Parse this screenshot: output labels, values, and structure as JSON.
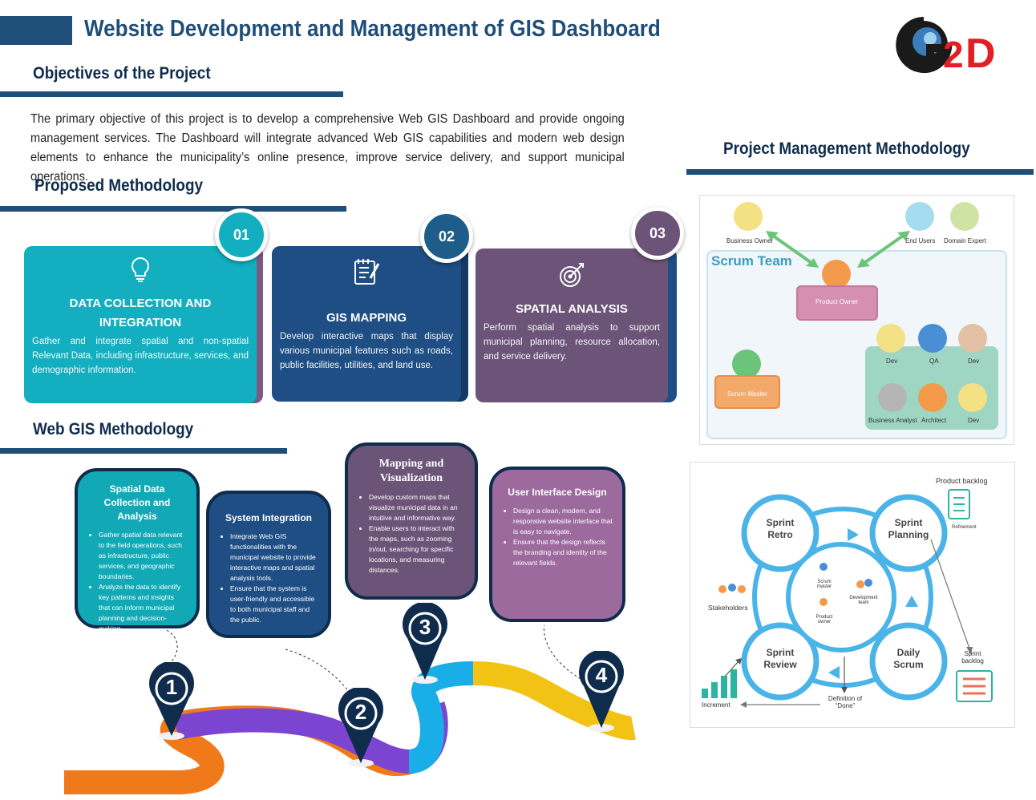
{
  "header": {
    "title": "Website Development and Management of GIS Dashboard",
    "logo_text": "G2D"
  },
  "objectives": {
    "heading": "Objectives of the Project",
    "paragraph": "The primary objective of this project is to develop a comprehensive Web GIS Dashboard and provide ongoing management services. The Dashboard will integrate advanced Web GIS capabilities and modern web design elements to enhance the municipality’s online presence, improve service delivery, and support municipal operations."
  },
  "proposed": {
    "heading": "Proposed Methodology",
    "cards": [
      {
        "num": "01",
        "icon": "lightbulb-icon",
        "title": "DATA COLLECTION AND INTEGRATION",
        "body": "Gather and integrate spatial and non-spatial Relevant Data, including infrastructure, services, and demographic information.",
        "color": "#13aebf"
      },
      {
        "num": "02",
        "icon": "checklist-icon",
        "title": "GIS MAPPING",
        "body": "Develop interactive maps that display various municipal features such as roads, public facilities, utilities, and land use.",
        "color": "#1f4e84"
      },
      {
        "num": "03",
        "icon": "target-icon",
        "title": "SPATIAL ANALYSIS",
        "body": "Perform spatial analysis to support municipal planning, resource allocation, and service delivery.",
        "color": "#6b5478"
      }
    ]
  },
  "webgis": {
    "heading": "Web GIS Methodology",
    "steps": [
      {
        "num": "1",
        "title": "Spatial Data Collection and Analysis",
        "bullets": [
          "Gather spatial data relevant to the field operations, such as infrastructure, public services, and geographic boundaries.",
          "Analyze the data to identify key patterns and insights that can inform municipal planning and decision-making."
        ],
        "color": "#12a9b6"
      },
      {
        "num": "2",
        "title": "System Integration",
        "bullets": [
          "Integrate Web GIS functionalities with the municipal website to provide interactive maps and spatial analysis tools.",
          "Ensure that the system is user-friendly and accessible to both municipal staff and the public."
        ],
        "color": "#1f4e84"
      },
      {
        "num": "3",
        "title": "Mapping and Visualization",
        "bullets": [
          "Develop custom maps that visualize municipal data in an intuitive and informative way.",
          "Enable users to interact with the maps, such as zooming in/out, searching for specific locations, and measuring distances."
        ],
        "color": "#6b5478"
      },
      {
        "num": "4",
        "title": "User Interface Design",
        "bullets": [
          "Design a clean, modern, and responsive website interface that is easy to navigate.",
          "Ensure that the design reflects the branding and identity of the relevant fields."
        ],
        "color": "#9d6a9e"
      }
    ]
  },
  "pm": {
    "heading": "Project Management Methodology",
    "scrum_team": {
      "title": "Scrum Team",
      "labels": {
        "business_owner": "Business Owner",
        "end_users": "End Users",
        "domain_expert": "Domain Expert",
        "product_owner": "Product Owner",
        "scrum_master": "Scrum Master",
        "dev1": "Dev",
        "qa": "QA",
        "dev2": "Dev",
        "business_analyst": "Business Analyst",
        "architect": "Architect",
        "dev3": "Dev"
      }
    },
    "sprint": {
      "retro": "Sprint Retro",
      "planning": "Sprint Planning",
      "review": "Sprint Review",
      "daily": "Daily Scrum",
      "product_backlog": "Product backlog",
      "refinement": "Refinement",
      "stakeholders": "Stakeholders",
      "sprint_backlog": "Sprint backlog",
      "increment": "Increment",
      "definition_done": "Definition of “Done”",
      "scrum_master": "Scrum master",
      "product_owner": "Product owner",
      "dev_team": "Development team"
    }
  },
  "colors": {
    "navy": "#1f4e79",
    "teal": "#13aebf",
    "blue": "#1f4e84",
    "purple": "#6b5478",
    "scrum_blue": "#4ab3e8"
  }
}
